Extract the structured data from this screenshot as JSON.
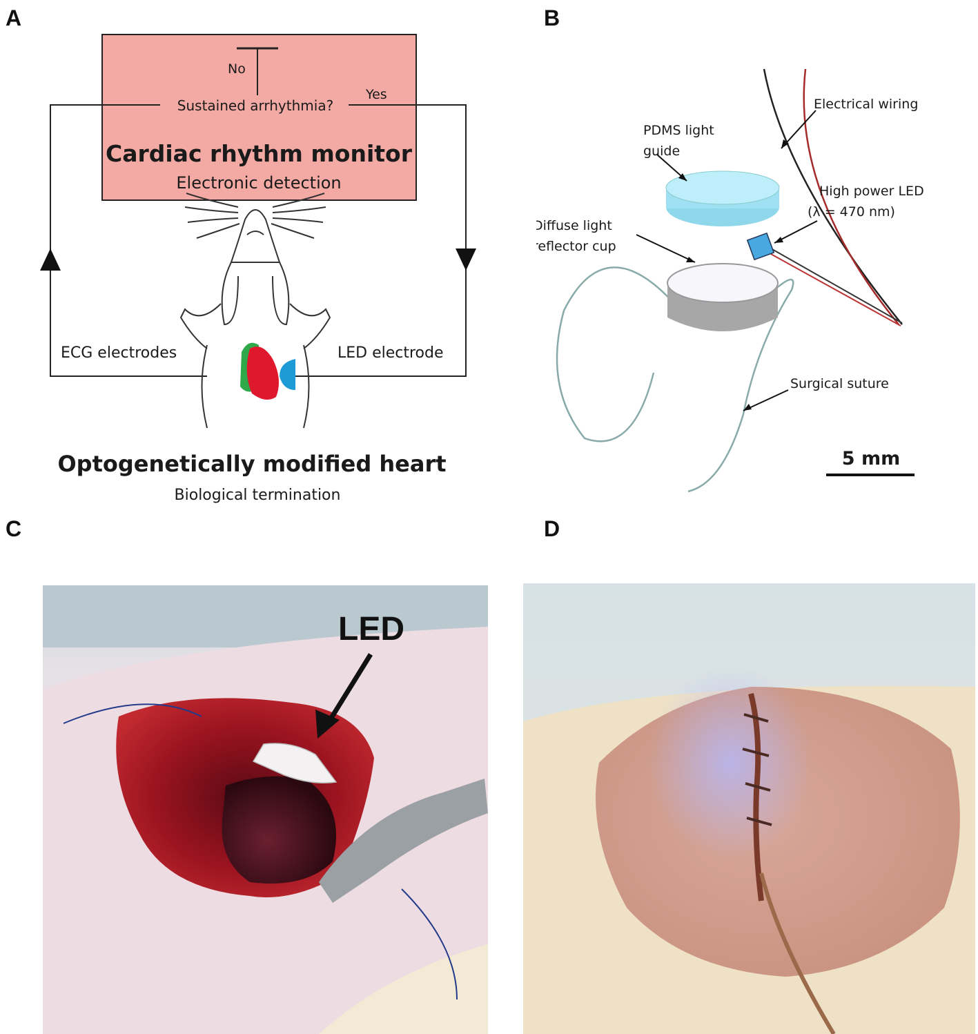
{
  "panels": {
    "a": "A",
    "b": "B",
    "c": "C",
    "d": "D"
  },
  "panel_a": {
    "no_label": "No",
    "yes_label": "Yes",
    "question": "Sustained arrhythmia?",
    "monitor_title": "Cardiac rhythm monitor",
    "monitor_subtitle": "Electronic detection",
    "left_label": "ECG electrodes",
    "right_label": "LED electrode",
    "heart_title": "Optogenetically modified heart",
    "heart_subtitle": "Biological termination",
    "colors": {
      "monitor_box": "#f4aaa4",
      "heart": "#e0182e",
      "ecg_green": "#2fa84a",
      "led_blue": "#1e9bd7"
    }
  },
  "panel_b": {
    "electrical_wiring": "Electrical wiring",
    "pdms_line1": "PDMS light",
    "pdms_line2": "guide",
    "led_line1": "High power LED",
    "led_line2": "(λ = 470 nm)",
    "reflector_line1": "Diffuse light",
    "reflector_line2": "reflector cup",
    "suture": "Surgical suture",
    "scale": "5 mm"
  },
  "panel_c": {
    "led_label": "LED"
  }
}
